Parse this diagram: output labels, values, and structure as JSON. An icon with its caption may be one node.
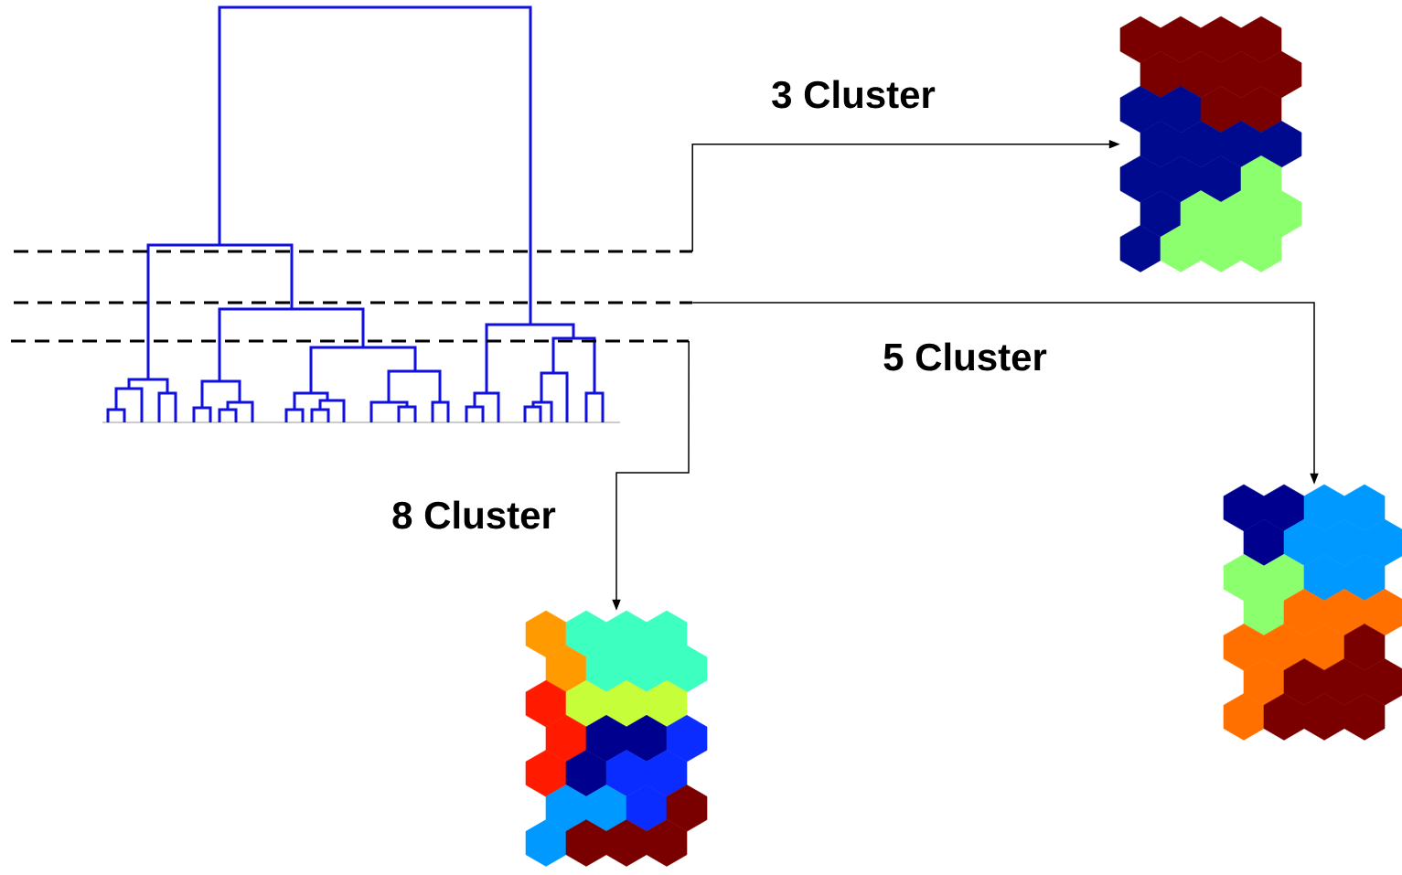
{
  "diagram": {
    "nodes": [
      {
        "text": [],
        "shape": "line"
      },
      {
        "text": [],
        "shape": "line"
      },
      {
        "text": [],
        "shape": "line"
      },
      {
        "text": [],
        "shape": "picture"
      },
      {
        "text": [],
        "shape": "picture"
      },
      {
        "text": [],
        "shape": "picture"
      }
    ],
    "edges": [
      {
        "from": 0,
        "to": 3,
        "arrow": "to",
        "label": "3 Cluster"
      },
      {
        "from": 1,
        "to": 4,
        "arrow": "to",
        "label": "5 Cluster"
      },
      {
        "from": 2,
        "to": 5,
        "arrow": "to",
        "label": "8 Cluster"
      }
    ]
  }
}
